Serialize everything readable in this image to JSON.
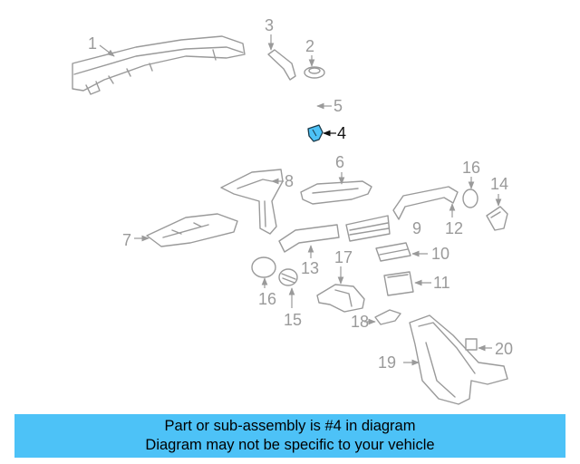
{
  "diagram": {
    "highlight_color": "#4dc2f7",
    "callouts": [
      "1",
      "2",
      "3",
      "4",
      "5",
      "6",
      "7",
      "8",
      "9",
      "10",
      "11",
      "12",
      "13",
      "14",
      "15",
      "16",
      "16",
      "17",
      "18",
      "19",
      "20"
    ]
  },
  "banner": {
    "line1": "Part or sub-assembly is #4 in diagram",
    "line2": "Diagram may not be specific to your vehicle",
    "background": "#4dc2f7"
  }
}
